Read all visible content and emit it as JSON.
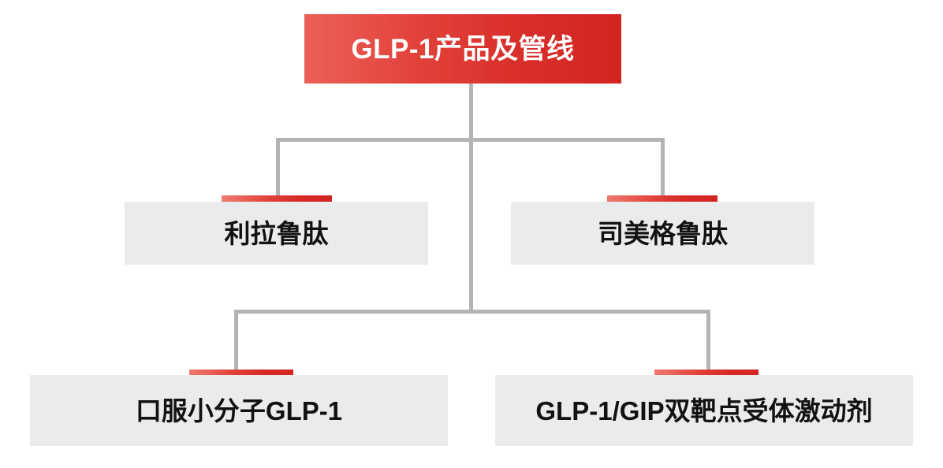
{
  "diagram": {
    "type": "tree-hierarchy",
    "orientation": "top-down",
    "root": {
      "label": "GLP-1产品及管线",
      "text_color": "#ffffff",
      "fill_start": "#ec6059",
      "fill_end": "#d22420"
    },
    "connector_color": "#b4b4b4",
    "node_fill": "#eaebec",
    "node_text_color": "#121212",
    "accent_start": "#ef7a6e",
    "accent_end": "#d22420",
    "levels": [
      {
        "level": 2,
        "nodes": [
          {
            "label": "利拉鲁肽"
          },
          {
            "label": "司美格鲁肽"
          }
        ]
      },
      {
        "level": 3,
        "nodes": [
          {
            "label": "口服小分子GLP-1"
          },
          {
            "label": "GLP-1/GIP双靶点受体激动剂"
          }
        ]
      }
    ]
  }
}
